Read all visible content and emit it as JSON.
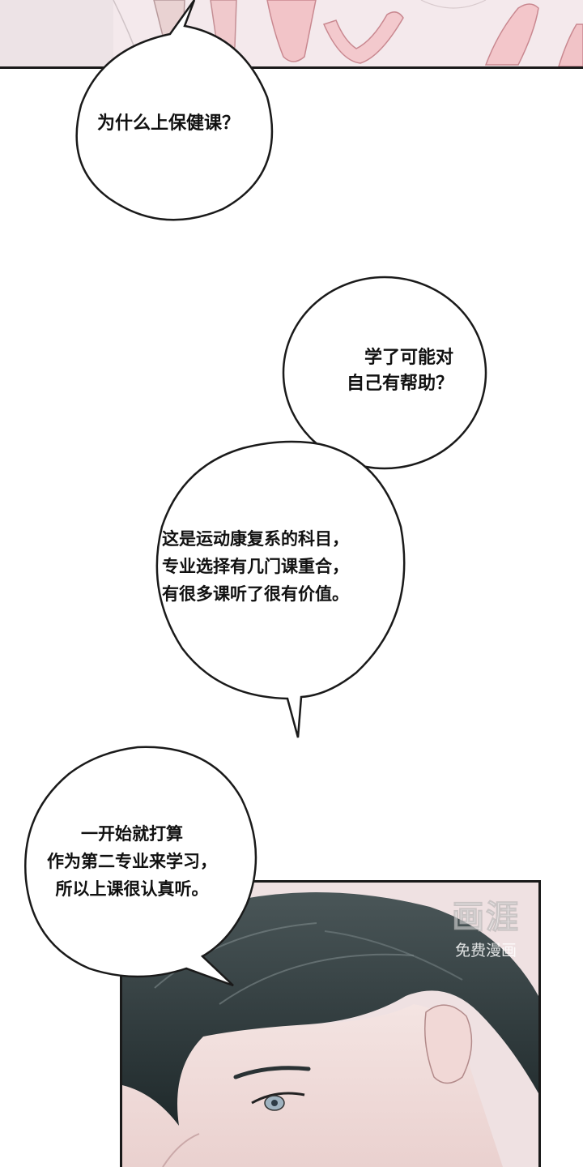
{
  "bubbles": [
    {
      "text": "为什么上保健课？"
    },
    {
      "text": "学了可能对\n自己有帮助？"
    },
    {
      "text": "这是运动康复系的科目，\n专业选择有几门课重合，\n有很多课听了很有价值。"
    },
    {
      "text": "一开始就打算\n作为第二专业来学习，\n所以上课很认真听。"
    }
  ],
  "watermark": {
    "logo": "画涯",
    "subtitle": "免费漫画"
  },
  "colors": {
    "panel_pink": "#efe2e3",
    "hair": "#2e3a3c",
    "ink": "#111111"
  }
}
